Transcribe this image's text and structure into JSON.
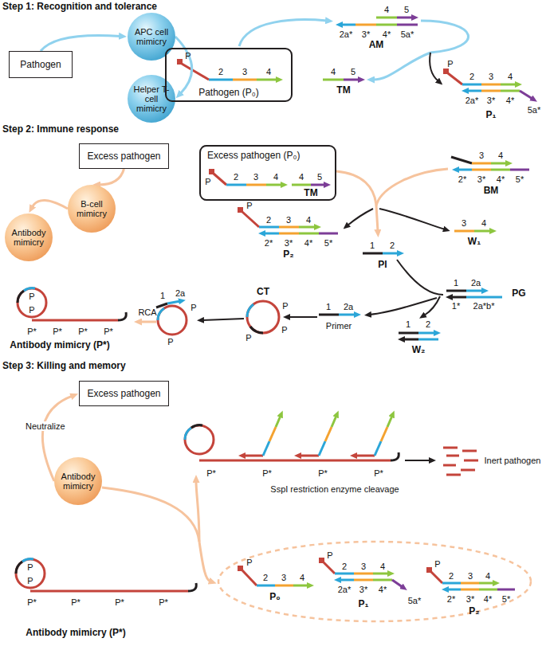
{
  "diagram": {
    "nodes": [
      {
        "text": [
          "Pathogen"
        ]
      },
      {
        "text": [
          "APC cell mimicry"
        ]
      },
      {
        "text": [
          "Helper T-cell mimicry"
        ]
      },
      {
        "text": [
          "Pathogen (P₀)"
        ]
      },
      {
        "text": [
          "Excess pathogen"
        ]
      },
      {
        "text": [
          "B-cell mimicry"
        ]
      },
      {
        "text": [
          "Antibody mimicry"
        ]
      },
      {
        "text": [
          "Excess pathogen (P₀)"
        ]
      },
      {
        "text": [
          "Excess pathogen"
        ]
      },
      {
        "text": [
          "Antibody mimicry"
        ]
      }
    ],
    "edges": [
      {
        "from": 0,
        "to": 1,
        "arrow": "to"
      },
      {
        "from": 1,
        "to": 2,
        "arrow": "to"
      },
      {
        "from": 4,
        "to": 5,
        "arrow": "to"
      },
      {
        "from": 5,
        "to": 6,
        "arrow": "to"
      },
      {
        "from": 9,
        "to": 8,
        "label": "Neutralize",
        "arrow": "to"
      }
    ],
    "labels": [
      "Step 1: Recognition and tolerance",
      "P",
      "2",
      "3",
      "4",
      "4",
      "5",
      "2a*",
      "3*",
      "4*",
      "5a*",
      "AM",
      "4",
      "5",
      "TM",
      "P",
      "2",
      "3",
      "4",
      "2a*",
      "3*",
      "4*",
      "5a*",
      "P₁",
      "Step 2: Immune response",
      "P",
      "2",
      "3",
      "4",
      "4",
      "5",
      "TM",
      "3",
      "4",
      "2*",
      "3*",
      "4*",
      "5*",
      "BM",
      "P",
      "2",
      "3",
      "4",
      "2*",
      "3*",
      "4*",
      "5*",
      "P₂",
      "3",
      "4",
      "W₁",
      "1",
      "2",
      "PI",
      "1",
      "2a",
      "1*",
      "2a*b*",
      "PG",
      "1",
      "2",
      "W₂",
      "1",
      "2a",
      "Primer",
      "CT",
      "P",
      "P",
      "P",
      "1",
      "2a",
      "P",
      "P",
      "RCA",
      "P",
      "P",
      "P*",
      "P*",
      "P*",
      "P*",
      "Antibody mimicry (P*)",
      "Step 3: Killing and memory",
      "P*",
      "P*",
      "P*",
      "P*",
      "SspI restriction enzyme cleavage",
      "Inert pathogen",
      "P",
      "P",
      "P*",
      "P*",
      "P*",
      "P*",
      "Antibody mimicry (P*)",
      "P",
      "2",
      "3",
      "4",
      "P₀",
      "P",
      "2",
      "3",
      "4",
      "2a*",
      "3*",
      "4*",
      "5a*",
      "P₁",
      "P",
      "2",
      "3",
      "4",
      "2*",
      "3*",
      "4*",
      "5*",
      "P₂"
    ]
  }
}
